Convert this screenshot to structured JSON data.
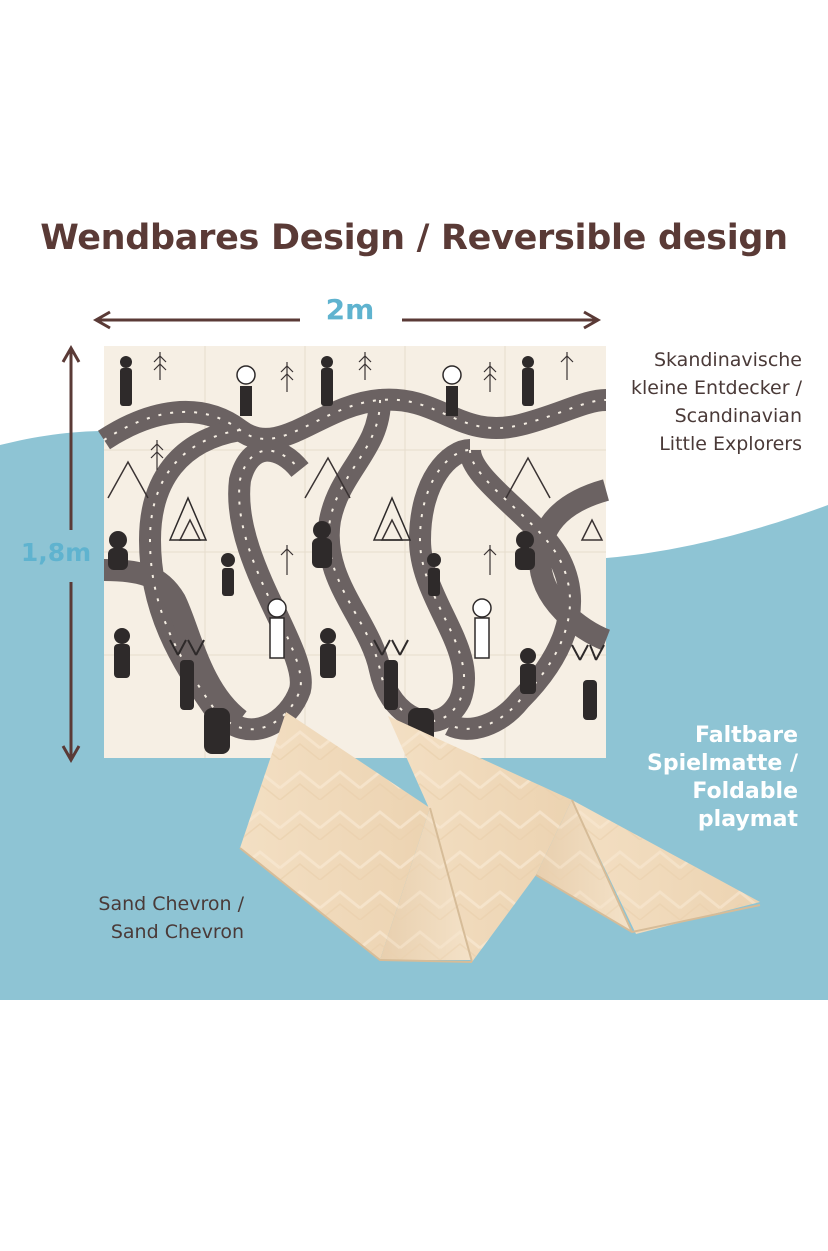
{
  "title": "Wendbares Design / Reversible design",
  "dimensions": {
    "width": "2m",
    "height": "1,8m"
  },
  "pattern_label": {
    "line1": "Skandinavische",
    "line2": "kleine Entdecker /",
    "line3": "Scandinavian",
    "line4": "Little Explorers"
  },
  "foldable_label": {
    "line1": "Faltbare",
    "line2": "Spielmatte /",
    "line3": "Foldable",
    "line4": "playmat"
  },
  "reverse_label": {
    "line1": "Sand Chevron /",
    "line2": "Sand Chevron"
  },
  "colors": {
    "title": "#5a3a36",
    "accent_blue": "#5fb3cf",
    "background_blue": "#8ec4d4",
    "mat_cream": "#f6efe4",
    "road": "#6b6262",
    "sand": "#f1dcc0"
  }
}
